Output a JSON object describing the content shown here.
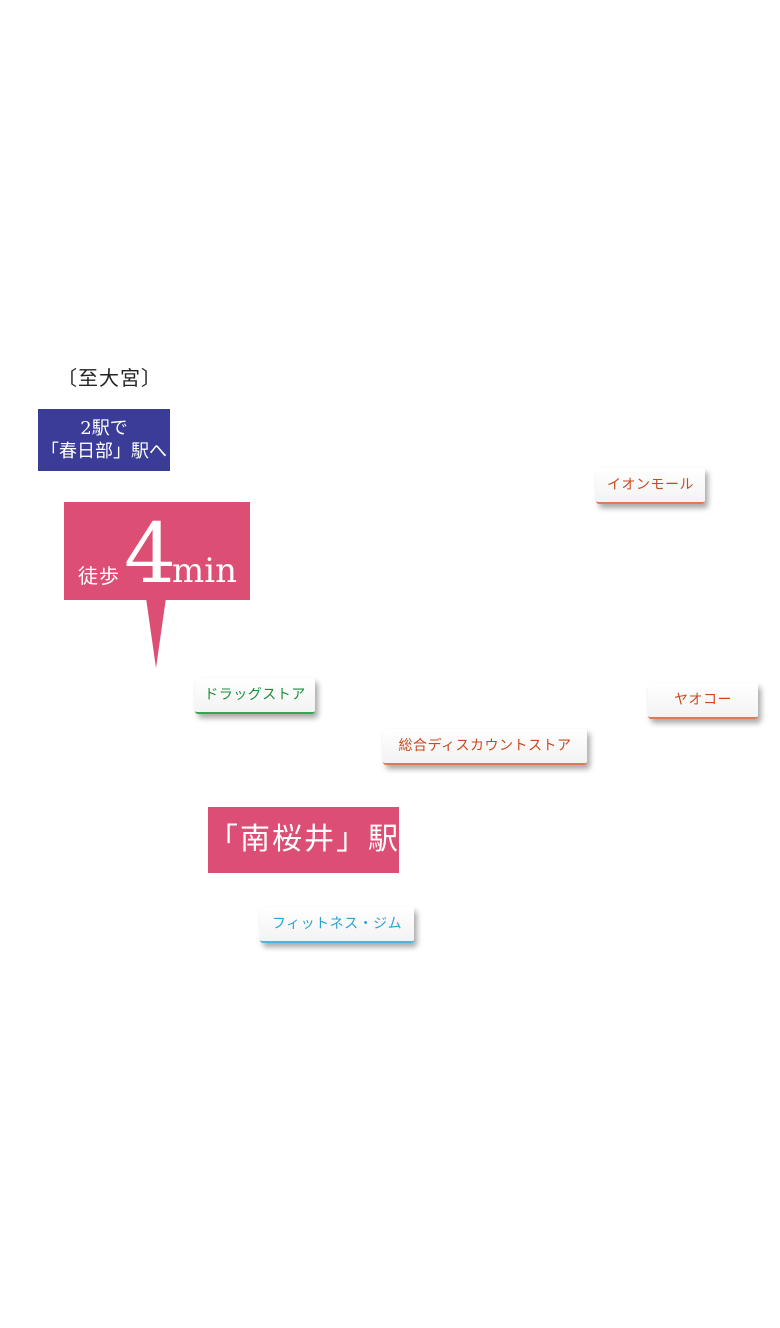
{
  "direction_label": "〔至大宮〕",
  "express_info": {
    "line1": "2駅で",
    "line2": "「春日部」駅へ"
  },
  "walk_callout": {
    "label": "徒歩",
    "minutes": "4",
    "unit": "min"
  },
  "station": {
    "name": "「南桜井」駅"
  },
  "facilities": [
    {
      "name": "イオンモール",
      "color": "#c8491c"
    },
    {
      "name": "ドラッグストア",
      "color": "#1a8f3a"
    },
    {
      "name": "ヤオコー",
      "color": "#c8491c"
    },
    {
      "name": "総合ディスカウントストア",
      "color": "#c8491c"
    },
    {
      "name": "フィットネス・ジム",
      "color": "#2aa3d6"
    }
  ],
  "colors": {
    "callout": "#dd4e74",
    "express_box": "#3a3c97"
  }
}
